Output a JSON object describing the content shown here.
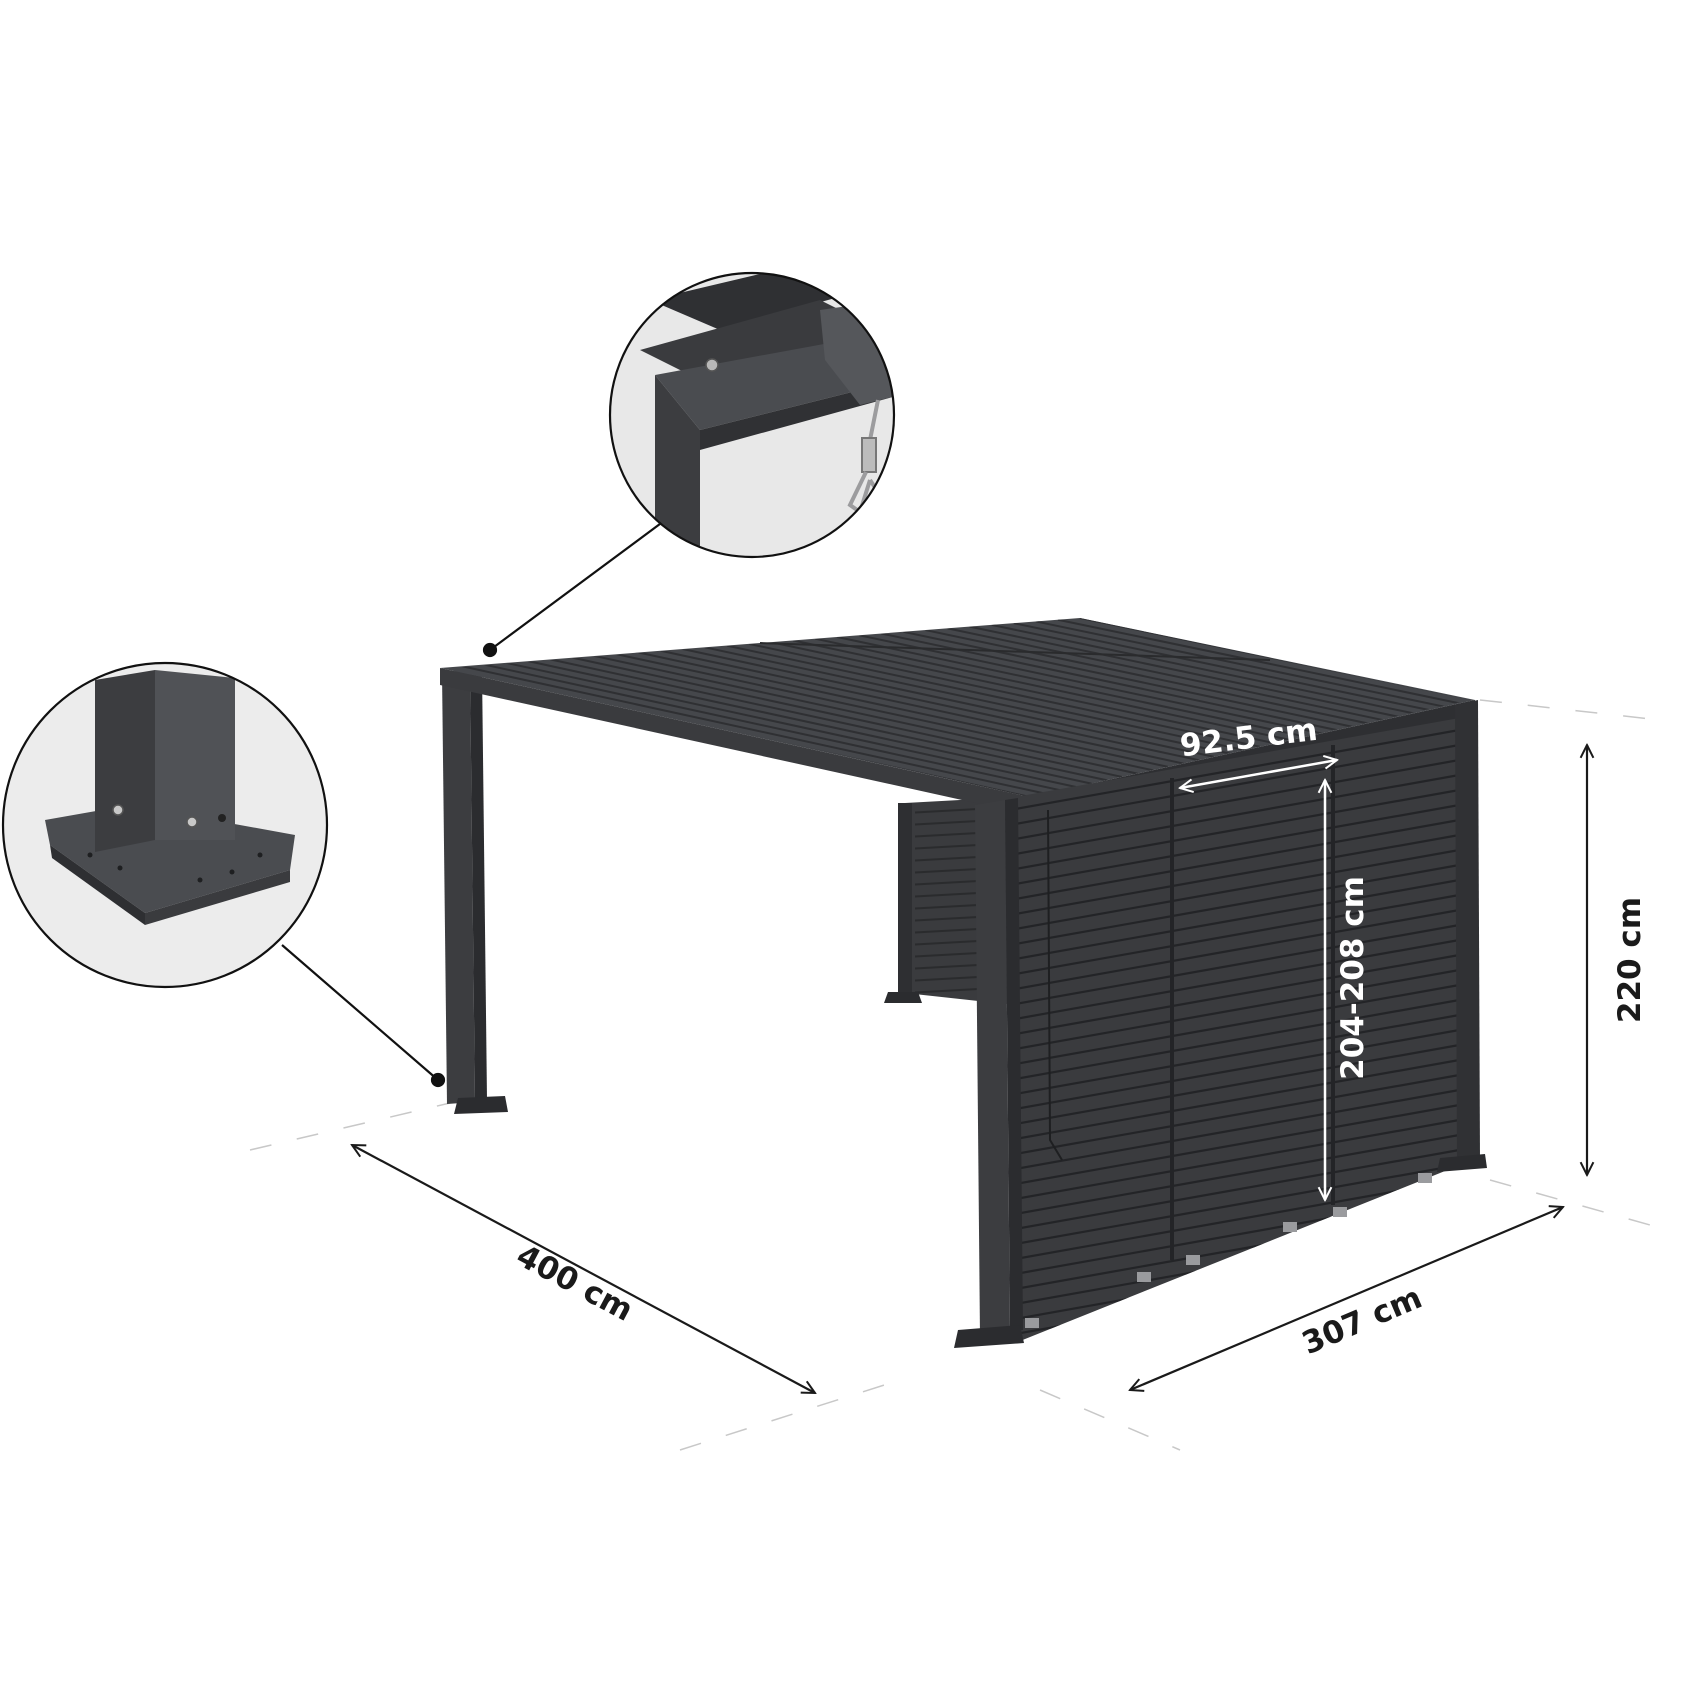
{
  "dimensions": {
    "depth": "400 cm",
    "width": "307 cm",
    "height": "220 cm",
    "panel_width": "92.5 cm",
    "panel_height": "204-208 cm"
  },
  "colors": {
    "frame": "#3c3d40",
    "frame_dark": "#2b2c2f",
    "frame_light": "#55575b",
    "louver_line": "#2a2b2d",
    "dimension_line": "#1a1a1a",
    "background": "#ffffff"
  },
  "callouts": [
    {
      "name": "corner-bracket-detail",
      "depicts": "corner-beam-hook-icon"
    },
    {
      "name": "post-base-detail",
      "depicts": "post-base-plate-icon"
    }
  ]
}
